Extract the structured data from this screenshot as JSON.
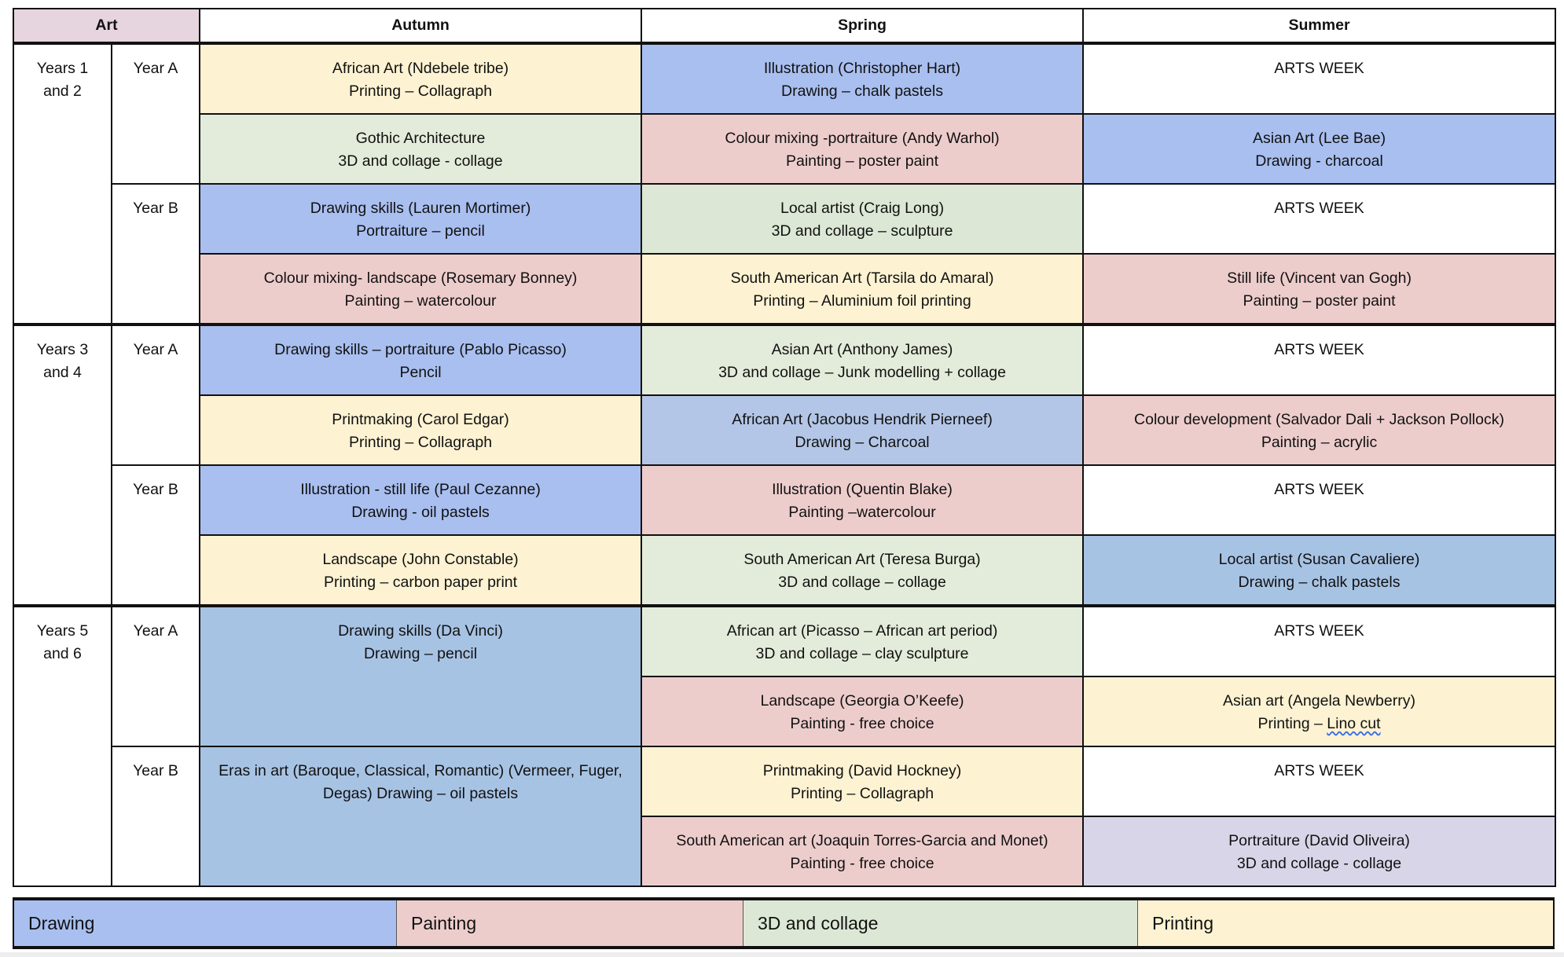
{
  "header": {
    "art": "Art",
    "autumn": "Autumn",
    "spring": "Spring",
    "summer": "Summer"
  },
  "groups": [
    {
      "l1": "Years 1",
      "l2": "and 2"
    },
    {
      "l1": "Years 3",
      "l2": "and 4"
    },
    {
      "l1": "Years 5",
      "l2": "and 6"
    }
  ],
  "years": {
    "a": "Year A",
    "b": "Year B"
  },
  "rows": [
    {
      "autumn": {
        "l1": "African Art (Ndebele tribe)",
        "l2": "Printing – Collagraph"
      },
      "spring": {
        "l1": "Illustration (Christopher Hart)",
        "l2": "Drawing – chalk pastels"
      },
      "summer": {
        "l1": "ARTS WEEK"
      }
    },
    {
      "autumn": {
        "l1": "Gothic Architecture",
        "l2": "3D and collage - collage"
      },
      "spring": {
        "l1": "Colour mixing -portraiture (Andy Warhol)",
        "l2": "Painting – poster paint"
      },
      "summer": {
        "l1": "Asian Art (Lee Bae)",
        "l2": "Drawing - charcoal"
      }
    },
    {
      "autumn": {
        "l1": "Drawing skills (Lauren Mortimer)",
        "l2": "Portraiture – pencil"
      },
      "spring": {
        "l1": "Local artist (Craig Long)",
        "l2": "3D and collage – sculpture"
      },
      "summer": {
        "l1": "ARTS WEEK"
      }
    },
    {
      "autumn": {
        "l1": "Colour mixing- landscape (Rosemary Bonney)",
        "l2": "Painting – watercolour"
      },
      "spring": {
        "l1": "South American Art (Tarsila do Amaral)",
        "l2": "Printing – Aluminium foil printing"
      },
      "summer": {
        "l1": "Still life (Vincent van Gogh)",
        "l2": "Painting – poster paint"
      }
    },
    {
      "autumn": {
        "l1": "Drawing skills – portraiture (Pablo Picasso)",
        "l2": "Pencil"
      },
      "spring": {
        "l1": "Asian Art (Anthony James)",
        "l2": "3D and collage – Junk modelling + collage"
      },
      "summer": {
        "l1": "ARTS WEEK"
      }
    },
    {
      "autumn": {
        "l1": "Printmaking (Carol Edgar)",
        "l2": "Printing – Collagraph"
      },
      "spring": {
        "l1": "African Art (Jacobus Hendrik Pierneef)",
        "l2": "Drawing – Charcoal"
      },
      "summer": {
        "l1": "Colour development (Salvador Dali + Jackson Pollock)",
        "l2": "Painting – acrylic"
      }
    },
    {
      "autumn": {
        "l1": "Illustration - still life (Paul Cezanne)",
        "l2": "Drawing - oil pastels"
      },
      "spring": {
        "l1": "Illustration (Quentin Blake)",
        "l2": "Painting –watercolour"
      },
      "summer": {
        "l1": "ARTS WEEK"
      }
    },
    {
      "autumn": {
        "l1": "Landscape (John Constable)",
        "l2": "Printing – carbon paper print"
      },
      "spring": {
        "l1": "South American Art (Teresa Burga)",
        "l2": "3D and collage – collage"
      },
      "summer": {
        "l1": "Local artist (Susan Cavaliere)",
        "l2": "Drawing – chalk pastels"
      }
    },
    {
      "autumn": {
        "l1": "Drawing skills (Da Vinci)",
        "l2": "Drawing – pencil"
      },
      "spring": {
        "l1": "African art (Picasso – African art period)",
        "l2": "3D and collage – clay sculpture"
      },
      "summer": {
        "l1": "ARTS WEEK"
      }
    },
    {
      "spring": {
        "l1": "Landscape (Georgia O’Keefe)",
        "l2": "Painting - free choice"
      },
      "summer": {
        "l1": "Asian art (Angela Newberry)",
        "l2a": "Printing – ",
        "l2b": "Lino cut"
      }
    },
    {
      "autumn": {
        "l1": "Eras in art (Baroque, Classical, Romantic) (Vermeer, Fuger, Degas) Drawing – oil pastels"
      },
      "spring": {
        "l1": "Printmaking (David Hockney)",
        "l2": "Printing – Collagraph"
      },
      "summer": {
        "l1": "ARTS WEEK"
      }
    },
    {
      "spring": {
        "l1": "South American art (Joaquin Torres-Garcia and Monet)",
        "l2": "Painting - free choice"
      },
      "summer": {
        "l1": "Portraiture (David Oliveira)",
        "l2": "3D and collage - collage"
      }
    }
  ],
  "legend": [
    "Drawing",
    "Painting",
    "3D and collage",
    "Printing"
  ],
  "colors": {
    "drawing": "#a9bff0",
    "painting": "#edcdcc",
    "collage": "#e3ecda",
    "printing": "#fdf2d2",
    "header": "#e6d4de",
    "portraiture": "#d9d5e9"
  }
}
